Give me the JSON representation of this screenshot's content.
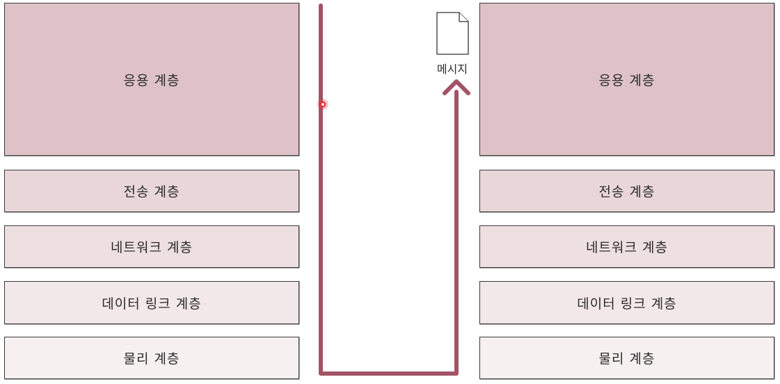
{
  "colors": {
    "app_layer": "#dec2c7",
    "transport_layer": "#e9d6d9",
    "network_layer": "#eedfe1",
    "link_layer": "#f2e8e9",
    "physical_layer": "#f6f0f1",
    "flow_arrow": "#a25466",
    "cursor": "#e8323b"
  },
  "left_stack": {
    "layers": [
      {
        "label": "응용 계층"
      },
      {
        "label": "전송 계층"
      },
      {
        "label": "네트워크 계층"
      },
      {
        "label": "데이터 링크 계층"
      },
      {
        "label": "물리 계층"
      }
    ]
  },
  "right_stack": {
    "layers": [
      {
        "label": "응용 계층"
      },
      {
        "label": "전송 계층"
      },
      {
        "label": "네트워크 계층"
      },
      {
        "label": "데이터 링크 계층"
      },
      {
        "label": "물리 계층"
      }
    ]
  },
  "message": {
    "icon": "document-icon",
    "label": "메시지"
  }
}
